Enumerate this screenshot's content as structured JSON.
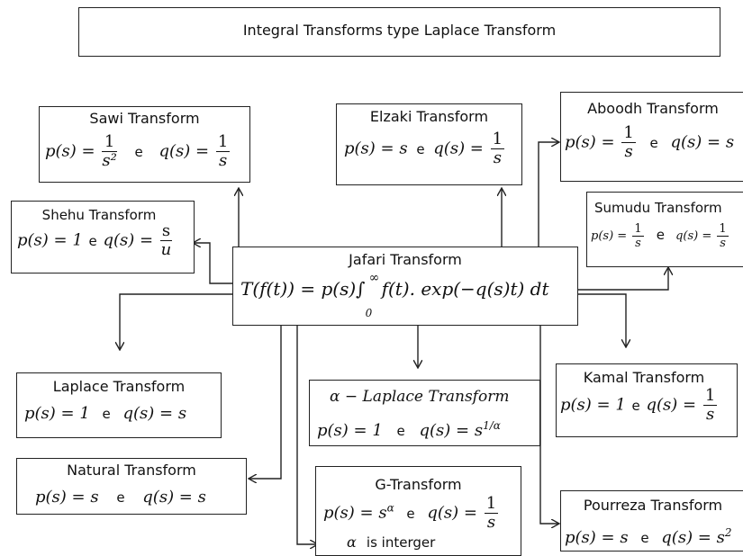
{
  "header": {
    "title": "Integral Transforms type Laplace Transform"
  },
  "center": {
    "title": "Jafari Transform",
    "formula": "T(f(t)) = p(s)∫",
    "lower": "0",
    "upper": "∞",
    "integrand": "f(t). exp(−q(s)t) dt"
  },
  "transforms": {
    "sawi": {
      "title": "Sawi Transform",
      "p": "p(s) =",
      "p_num": "1",
      "p_den": "s²",
      "sep": "e",
      "q": "q(s) =",
      "q_num": "1",
      "q_den": "s"
    },
    "elzaki": {
      "title": "Elzaki Transform",
      "p": "p(s) = s",
      "sep": "e",
      "q": "q(s) =",
      "q_num": "1",
      "q_den": "s"
    },
    "aboodh": {
      "title": "Aboodh Transform",
      "p": "p(s) =",
      "p_num": "1",
      "p_den": "s",
      "sep": "e",
      "q": "q(s) = s"
    },
    "shehu": {
      "title": "Shehu Transform",
      "p": "p(s) = 1",
      "sep": "e",
      "q": "q(s) =",
      "q_num": "s",
      "q_den": "u"
    },
    "sumudu": {
      "title": "Sumudu Transform",
      "p": "p(s) =",
      "p_num": "1",
      "p_den": "s",
      "sep": "e",
      "q": "q(s) =",
      "q_num": "1",
      "q_den": "s"
    },
    "laplace": {
      "title": "Laplace Transform",
      "p": "p(s) = 1",
      "sep": "e",
      "q": "q(s) = s"
    },
    "alpha": {
      "title": "α − Laplace Transform",
      "p": "p(s) = 1",
      "sep": "e",
      "q": "q(s) = s",
      "q_sup": "1/α"
    },
    "kamal": {
      "title": "Kamal Transform",
      "p": "p(s) = 1",
      "sep": "e",
      "q": "q(s) =",
      "q_num": "1",
      "q_den": "s"
    },
    "natural": {
      "title": "Natural Transform",
      "p": "p(s) = s",
      "sep": "e",
      "q": "q(s) = s"
    },
    "g": {
      "title": "G-Transform",
      "p": "p(s) = s",
      "p_sup": "α",
      "sep": "e",
      "q": "q(s) =",
      "q_num": "1",
      "q_den": "s",
      "note_sym": "α",
      "note": "is interger"
    },
    "pourreza": {
      "title": "Pourreza Transform",
      "p": "p(s) = s",
      "sep": "e",
      "q": "q(s) = s",
      "q_sup": "2"
    }
  }
}
